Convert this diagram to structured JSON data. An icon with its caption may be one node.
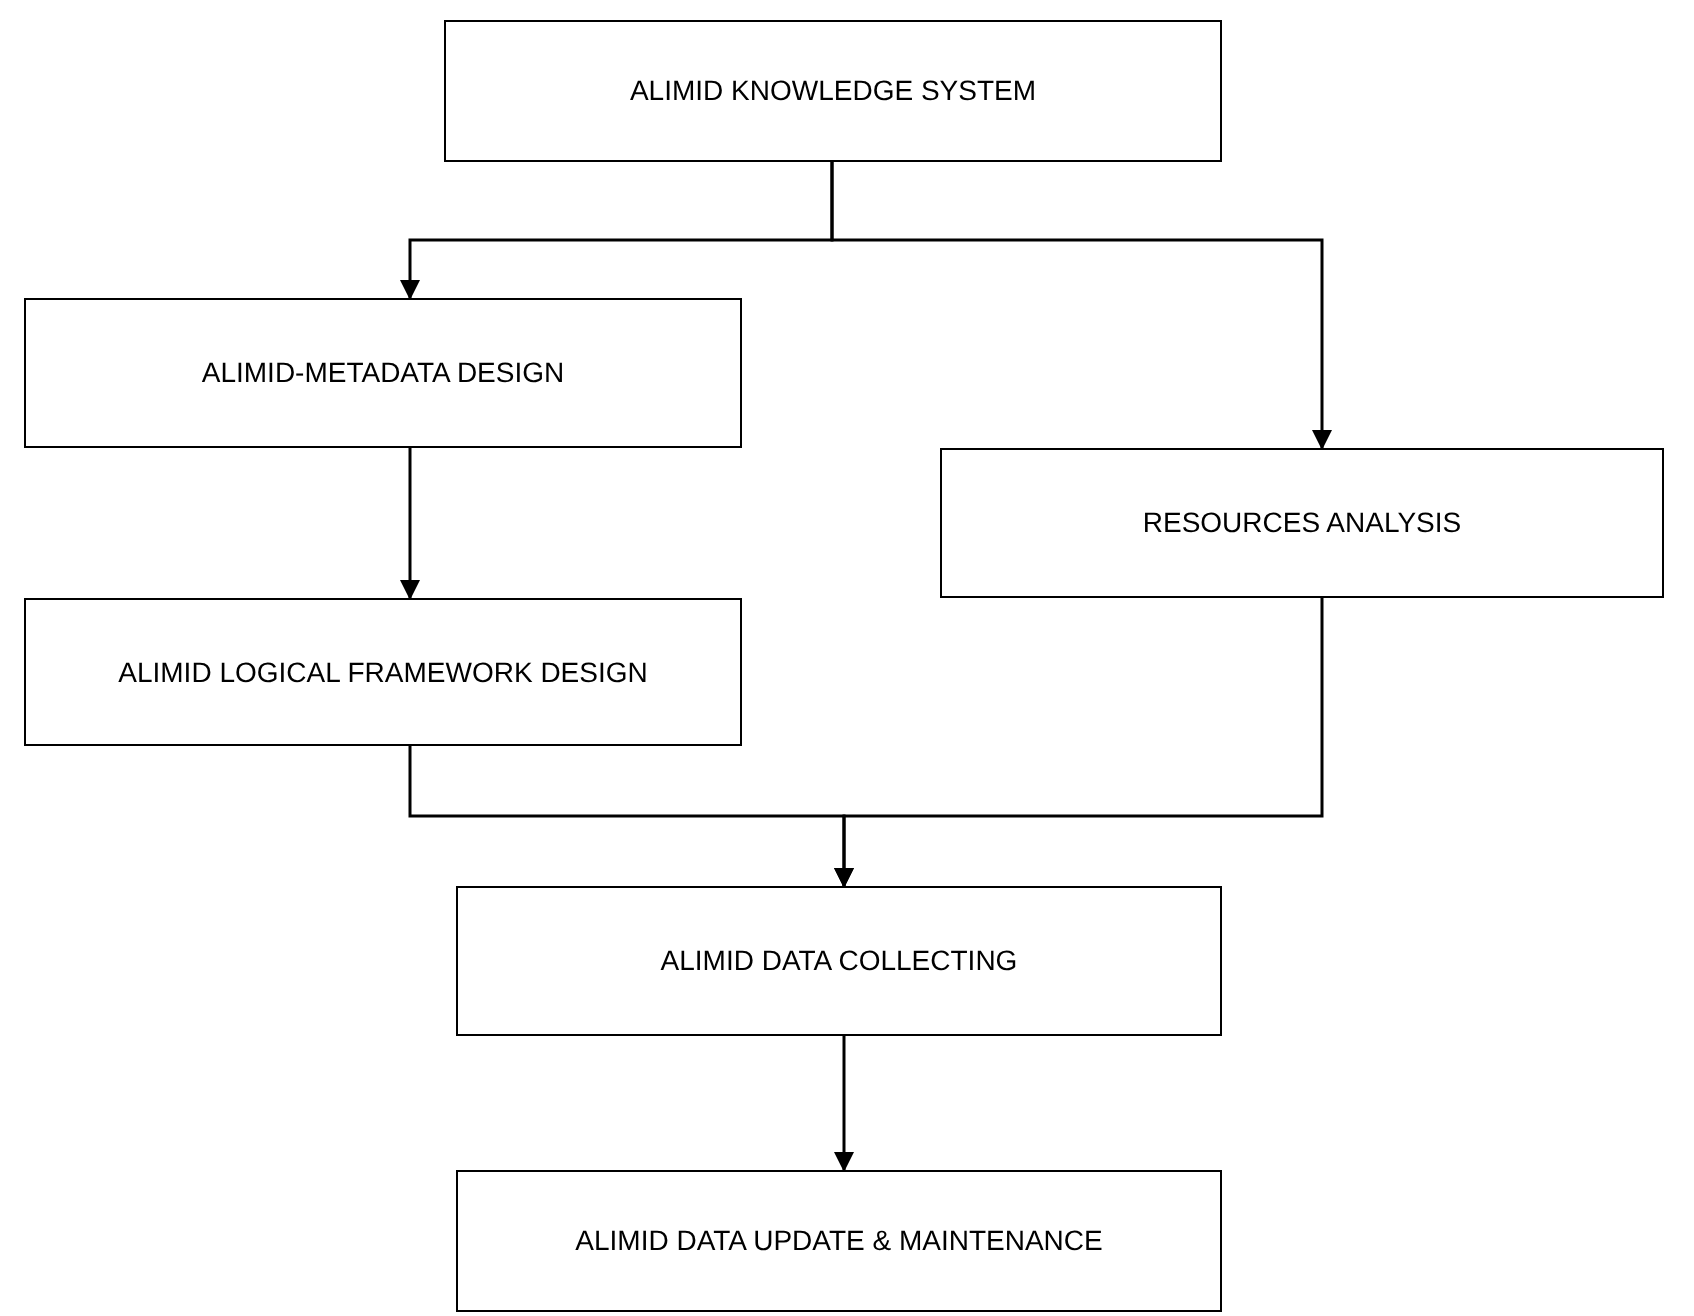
{
  "diagram": {
    "nodes": [
      {
        "text": [
          "ALIMID KNOWLEDGE SYSTEM"
        ]
      },
      {
        "text": [
          "ALIMID-METADATA DESIGN"
        ]
      },
      {
        "text": [
          "RESOURCES ANALYSIS"
        ]
      },
      {
        "text": [
          "ALIMID LOGICAL FRAMEWORK DESIGN"
        ]
      },
      {
        "text": [
          "ALIMID DATA COLLECTING"
        ]
      },
      {
        "text": [
          "ALIMID DATA UPDATE & MAINTENANCE"
        ]
      }
    ],
    "edges": [
      {
        "from": 0,
        "to": 1,
        "arrow": "to"
      },
      {
        "from": 0,
        "to": 2,
        "arrow": "to"
      },
      {
        "from": 1,
        "to": 3,
        "arrow": "to"
      },
      {
        "from": 3,
        "to": 4,
        "arrow": "to"
      },
      {
        "from": 2,
        "to": 4,
        "arrow": "to"
      },
      {
        "from": 4,
        "to": 5,
        "arrow": "to"
      }
    ]
  }
}
